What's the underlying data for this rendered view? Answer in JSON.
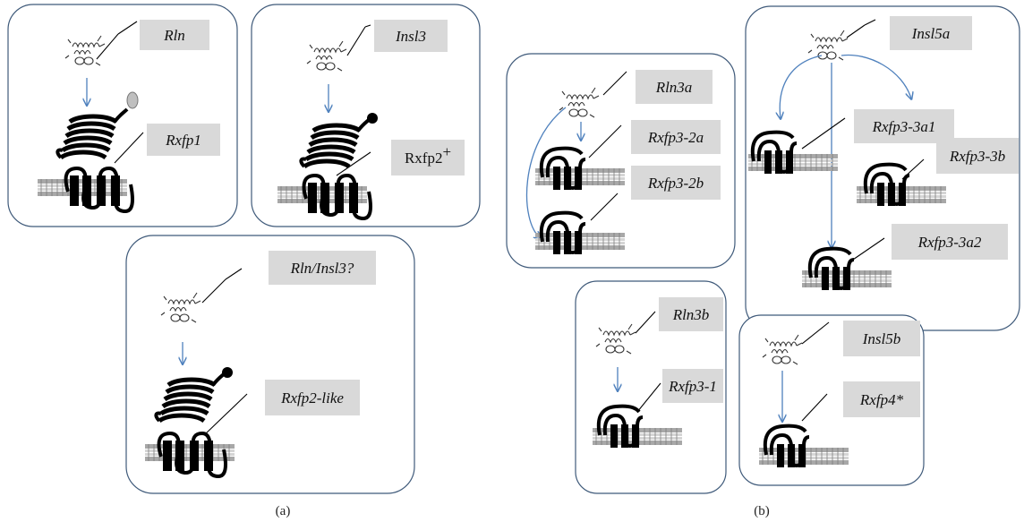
{
  "panel_a": {
    "caption": "(a)",
    "boxes": [
      {
        "ligand": "Rln",
        "receptor": "Rxfp1"
      },
      {
        "ligand": "Insl3",
        "receptor": "Rxfp2",
        "receptor_sup": "+"
      },
      {
        "ligand": "Rln/Insl3?",
        "receptor": "Rxfp2-like"
      }
    ]
  },
  "panel_b": {
    "caption": "(b)",
    "boxes": [
      {
        "ligand": "Rln3a",
        "receptors": [
          "Rxfp3-2a",
          "Rxfp3-2b"
        ]
      },
      {
        "ligand": "Insl5a",
        "receptors": [
          "Rxfp3-3a1",
          "Rxfp3-3b",
          "Rxfp3-3a2"
        ]
      },
      {
        "ligand": "Rln3b",
        "receptors": [
          "Rxfp3-1"
        ]
      },
      {
        "ligand": "Insl5b",
        "receptors": [
          "Rxfp4*"
        ]
      }
    ]
  },
  "colors": {
    "arrow": "#4f81bd",
    "panel_border": "#3f5a7a",
    "label_fill": "#d9d9d9",
    "receptor": "#000000",
    "membrane": "#9a9a9a"
  }
}
